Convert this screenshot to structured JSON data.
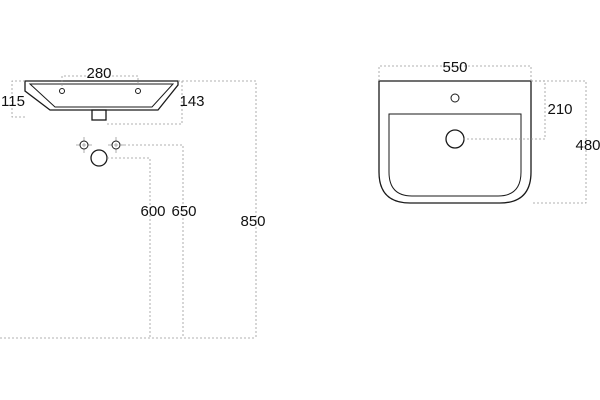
{
  "dimensions": {
    "side_width": "280",
    "side_height_left": "115",
    "side_height_right": "143",
    "pipe_height_600": "600",
    "pipe_height_650": "650",
    "mount_height": "850",
    "front_width": "550",
    "tap_hole_distance": "210",
    "front_depth": "480"
  },
  "colors": {
    "line": "#1a1a1a",
    "dim_line": "#999999",
    "background": "#ffffff"
  }
}
